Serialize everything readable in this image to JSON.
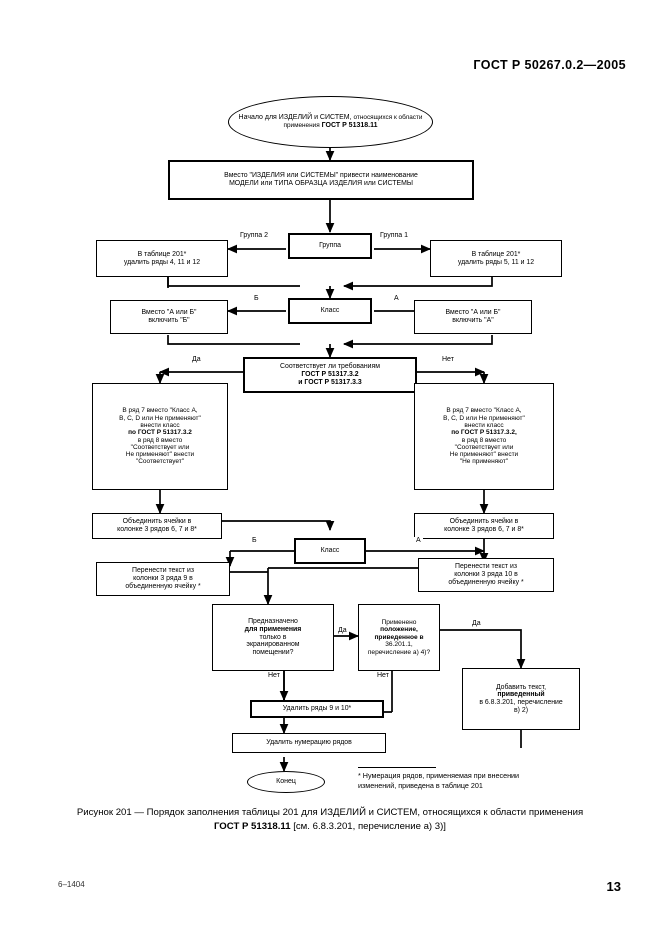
{
  "document": {
    "header": "ГОСТ Р 50267.0.2—2005",
    "footer_left": "6–1404",
    "page_number": "13"
  },
  "flowchart": {
    "start": {
      "line1": "Начало",
      "line2": "для ИЗДЕЛИЙ и СИСТЕМ,",
      "line3": "относящихся к области применения",
      "line4": "ГОСТ Р 51318.11"
    },
    "step_rename": {
      "line1": "Вместо \"ИЗДЕЛИЯ или СИСТЕМЫ\" привести наименование",
      "line2": "МОДЕЛИ или ТИПА ОБРАЗЦА ИЗДЕЛИЯ или СИСТЕМЫ"
    },
    "decision_group": "Группа",
    "label_group2": "Группа 2",
    "label_group1": "Группа 1",
    "group2_box": {
      "line1": "В таблице 201*",
      "line2": "удалить ряды 4, 11 и 12"
    },
    "group1_box": {
      "line1": "В таблице 201*",
      "line2": "удалить ряды 5, 11 и 12"
    },
    "decision_class_1": "Класс",
    "label_class_b": "Б",
    "label_class_a": "А",
    "class_b_box": {
      "line1": "Вместо \"А или Б\"",
      "line2": "включить \"Б\""
    },
    "class_a_box": {
      "line1": "Вместо \"А или Б\"",
      "line2": "включить \"А\""
    },
    "decision_conform": {
      "line1": "Соответствует ли требованиям",
      "line2": "ГОСТ Р 51317.3.2",
      "line3": "и ГОСТ Р 51317.3.3"
    },
    "label_yes": "Да",
    "label_no": "Нет",
    "conform_yes_box": {
      "line1": "В ряд 7 вместо \"Класс А,",
      "line2": "В, С, D или Не применяют\"",
      "line3": "внести класс",
      "line4": "по ГОСТ Р 51317.3.2",
      "line5": "в ряд 8 вместо",
      "line6": "\"Соответствует или",
      "line7": "Не применяют\" внести",
      "line8": "\"Соответствует\""
    },
    "conform_no_box": {
      "line1": "В ряд 7 вместо \"Класс А,",
      "line2": "В, С, D или Не применяют\"",
      "line3": "внести класс",
      "line4": "по ГОСТ Р 51317.3.2,",
      "line5": "в ряд 8 вместо",
      "line6": "\"Соответствует или",
      "line7": "Не применяют\" внести",
      "line8": "\"Не применяют\""
    },
    "merge_left_box": {
      "line1": "Объединить ячейки в",
      "line2": "колонке 3 рядов 6, 7 и 8*"
    },
    "merge_right_box": {
      "line1": "Объединить ячейки в",
      "line2": "колонке 3 рядов 6, 7 и 8*"
    },
    "decision_class_2": "Класс",
    "label_class2_b": "Б",
    "label_class2_a": "А",
    "move_left_box": {
      "line1": "Перенести текст из",
      "line2": "колонки 3 ряда 9 в",
      "line3": "объединенную ячейку *"
    },
    "move_right_box": {
      "line1": "Перенести текст из",
      "line2": "колонки 3 ряда 10 в",
      "line3": "объединенную ячейку *"
    },
    "decision_shielded": {
      "line1": "Предназначено",
      "line2": "для применения",
      "line3": "только в",
      "line4": "экранированном",
      "line5": "помещении?"
    },
    "label_shielded_yes": "Да",
    "label_shielded_no": "Нет",
    "decision_clause": {
      "line1": "Применено",
      "line2": "положение,",
      "line3": "приведенное в",
      "line4": "36.201.1,",
      "line5": "перечисление а) 4)?"
    },
    "label_clause_yes": "Да",
    "label_clause_no": "Нет",
    "add_text_box": {
      "line1": "Добавить текст,",
      "line2": "приведенный",
      "line3": "в 6.8.3.201, перечисление",
      "line4": "в) 2)"
    },
    "delete_rows_box": "Удалить ряды 9 и 10*",
    "delete_numbering_box": "Удалить нумерацию рядов",
    "end": "Конец"
  },
  "footnote": {
    "line1": "* Нумерация рядов, применяемая при внесении",
    "line2": "изменений, приведена в таблице 201"
  },
  "caption": {
    "part1": "Рисунок 201 — Порядок заполнения таблицы 201 для ИЗДЕЛИЙ и СИСТЕМ, относящихся к области применения",
    "part2": "ГОСТ Р 51318.11",
    "part3": "[см. 6.8.3.201, перечисление а) 3)]"
  }
}
